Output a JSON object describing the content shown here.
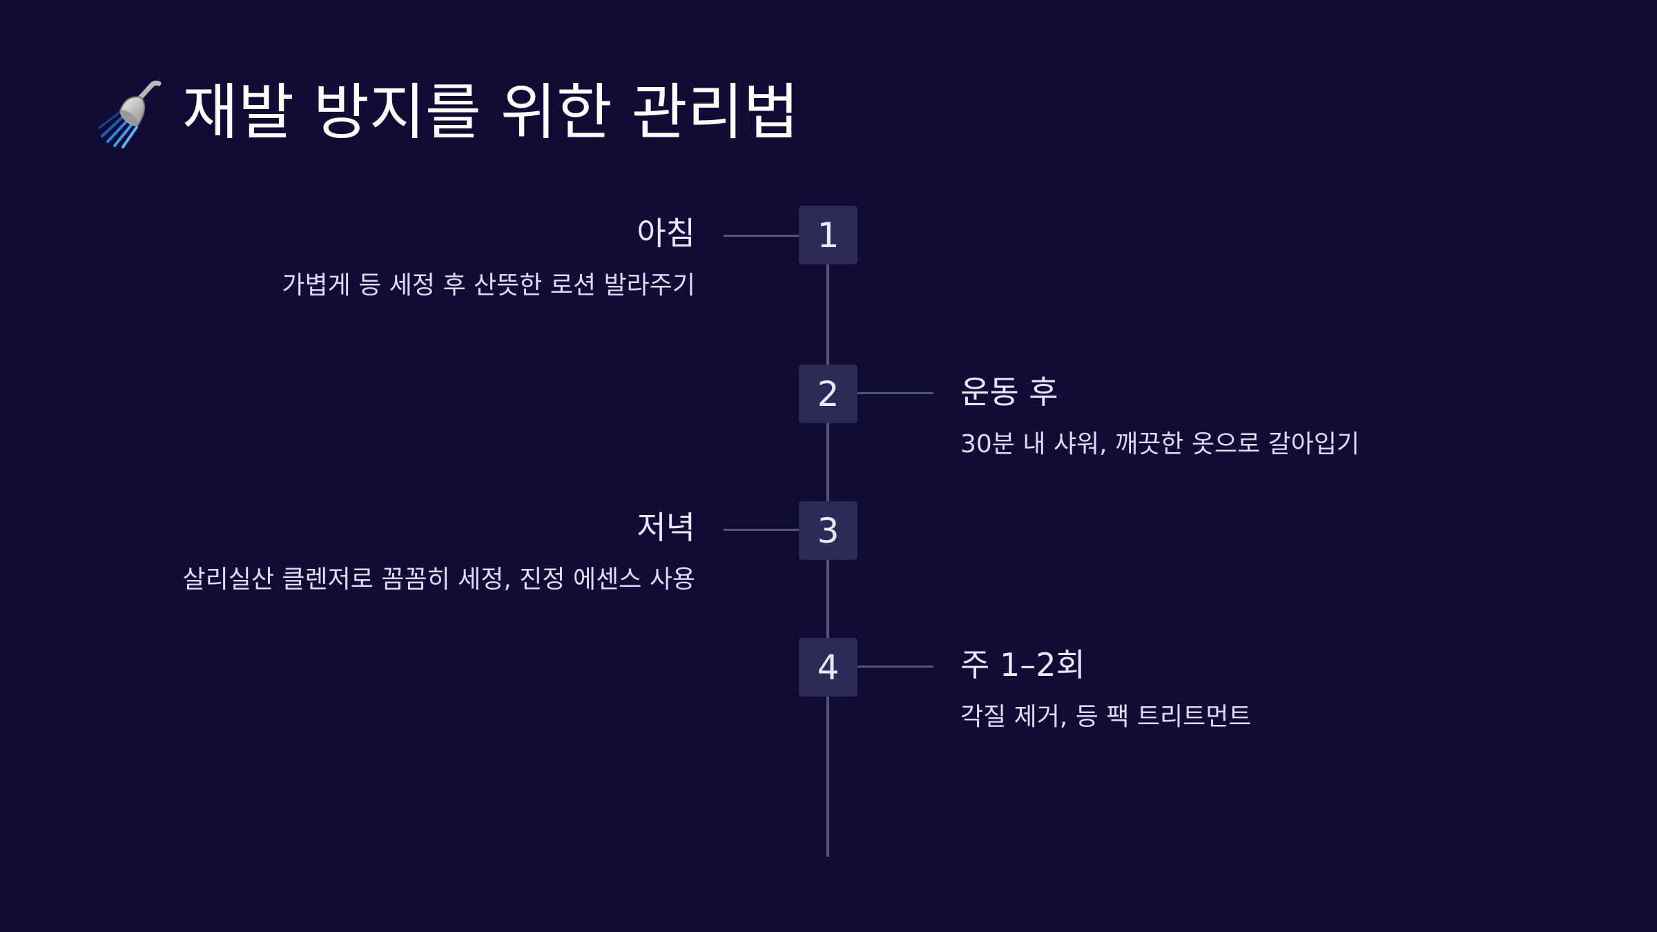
{
  "header": {
    "title": "재발 방지를 위한 관리법",
    "icon": "shower-icon"
  },
  "steps": [
    {
      "number": "1",
      "heading": "아침",
      "description": "가볍게 등 세정 후 산뜻한 로션 발라주기",
      "side": "left"
    },
    {
      "number": "2",
      "heading": "운동 후",
      "description": "30분 내 샤워, 깨끗한 옷으로 갈아입기",
      "side": "right"
    },
    {
      "number": "3",
      "heading": "저녁",
      "description": "살리실산 클렌저로 꼼꼼히 세정, 진정 에센스 사용",
      "side": "left"
    },
    {
      "number": "4",
      "heading": "주 1–2회",
      "description": "각질 제거, 등 팩 트리트먼트",
      "side": "right"
    }
  ],
  "colors": {
    "background": "#100c35",
    "step_box": "#2d2a57",
    "line": "#55537a",
    "text": "#ffffff"
  }
}
